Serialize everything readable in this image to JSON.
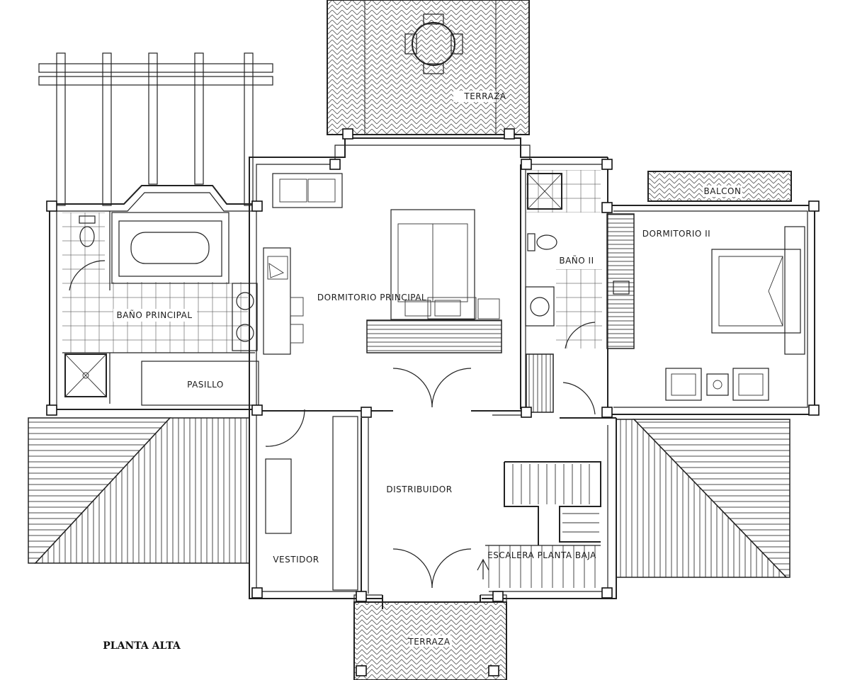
{
  "plan": {
    "title": "PLANTA ALTA",
    "rooms": {
      "terraza_top": "TERRAZA",
      "terraza_bottom": "TERRAZA",
      "balcon": "BALCON",
      "dormitorio_principal": "DORMITORIO PRINCIPAL",
      "dormitorio_ii": "DORMITORIO II",
      "bano_principal": "BAÑO PRINCIPAL",
      "bano_ii": "BAÑO II",
      "pasillo": "PASILLO",
      "distribuidor": "DISTRIBUIDOR",
      "vestidor": "VESTIDOR",
      "escalera": "ESCALERA PLANTA BAJA"
    }
  }
}
